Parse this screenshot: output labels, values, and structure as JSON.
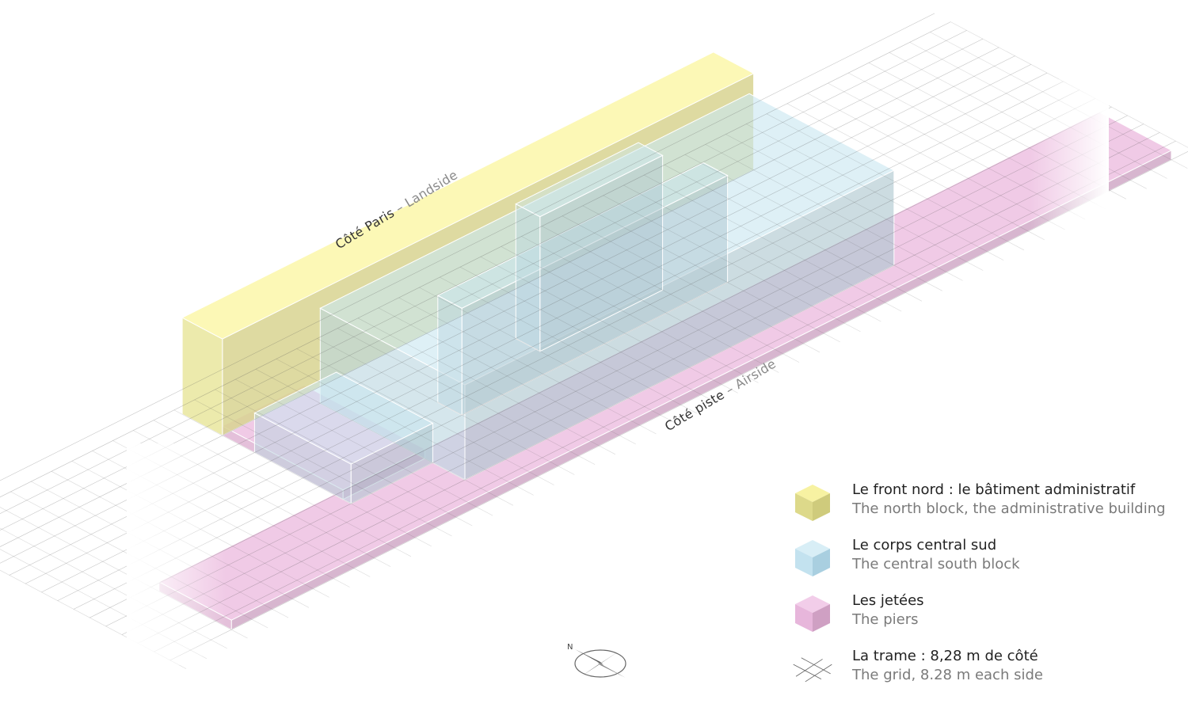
{
  "labels": {
    "landside": {
      "main": "Côté Paris",
      "sub": " – Landside"
    },
    "airside": {
      "main": "Côté piste",
      "sub": " – Airside"
    }
  },
  "compass": {
    "north_letter": "N"
  },
  "legend": [
    {
      "fr": "Le front nord : le bâtiment administratif",
      "en": "The north block, the administrative building",
      "icon": "yellow-cube-icon",
      "color": "#ecea93"
    },
    {
      "fr": "Le corps central sud",
      "en": "The central south block",
      "icon": "blue-cube-icon",
      "color": "#c3e2ef"
    },
    {
      "fr": "Les jetées",
      "en": "The piers",
      "icon": "pink-cube-icon",
      "color": "#e7b6db"
    },
    {
      "fr": "La trame : 8,28 m de côté",
      "en": "The grid, 8.28 m each side",
      "icon": "grid-cross-icon",
      "color": "#666666"
    }
  ],
  "colors": {
    "north_block": "#fbf7a9",
    "central_block": "#c9e6f1",
    "piers": "#ebb8de",
    "grid": "#555555"
  }
}
